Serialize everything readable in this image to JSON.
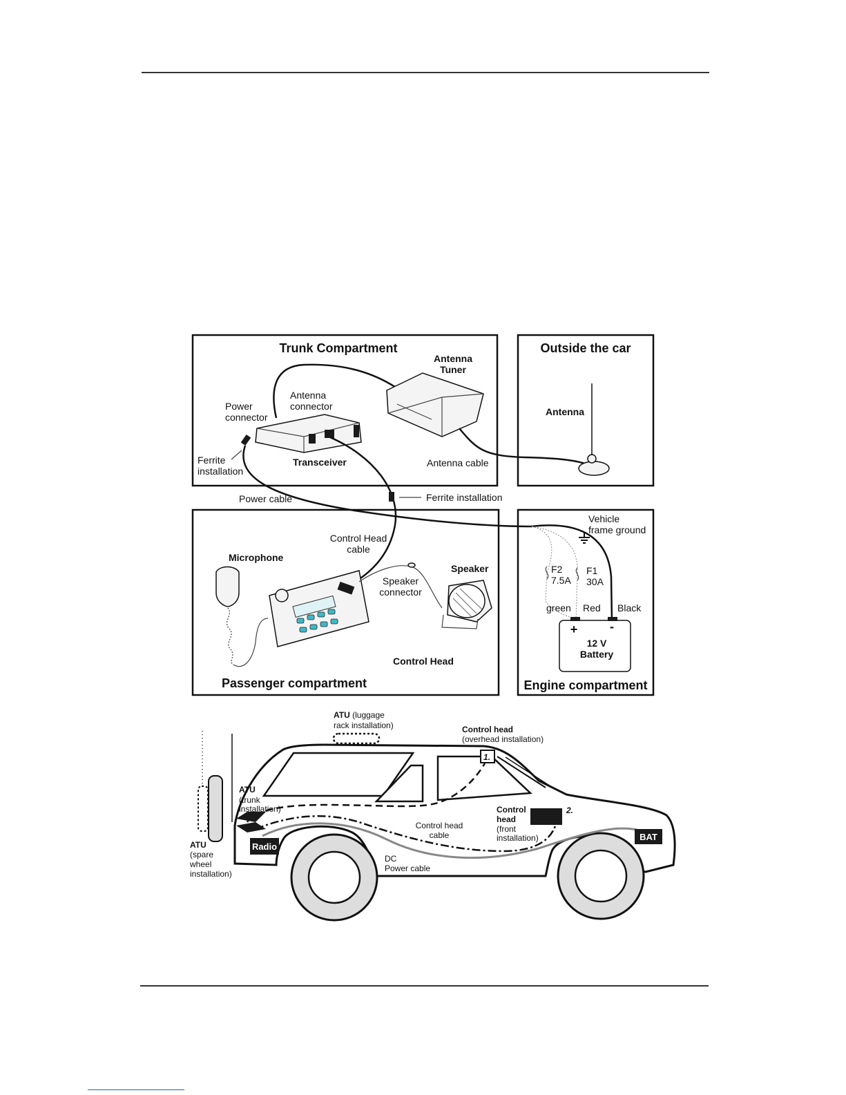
{
  "panels": {
    "trunk": "Trunk Compartment",
    "outside": "Outside the car",
    "passenger": "Passenger compartment",
    "engine": "Engine compartment"
  },
  "trunk_labels": {
    "antenna_tuner": "Antenna\nTuner",
    "antenna_connector": "Antenna\nconnector",
    "power_connector": "Power\nconnector",
    "ferrite_installation": "Ferrite\ninstallation",
    "transceiver": "Transceiver",
    "antenna_cable": "Antenna cable"
  },
  "outside_labels": {
    "antenna": "Antenna"
  },
  "between_labels": {
    "power_cable": "Power cable",
    "ferrite_installation": "Ferrite installation"
  },
  "passenger_labels": {
    "control_head_cable": "Control Head\ncable",
    "microphone": "Microphone",
    "speaker": "Speaker",
    "speaker_connector": "Speaker\nconnector",
    "control_head": "Control Head"
  },
  "engine_labels": {
    "vehicle_frame_ground": "Vehicle\nframe ground",
    "f2": "F2\n7.5A",
    "f1": "F1\n30A",
    "green": "green",
    "red": "Red",
    "black": "Black",
    "plus": "+",
    "minus": "-",
    "battery": "12 V\nBattery"
  },
  "car_labels": {
    "atu_luggage_bold": "ATU",
    "atu_luggage_rest": " (luggage",
    "atu_luggage_line2": "rack installation)",
    "control_head_overhead_bold": "Control head",
    "control_head_overhead_line2": "(overhead installation)",
    "marker_1": "1.",
    "atu_trunk_bold": "ATU",
    "atu_trunk_rest": "(trunk\ninstallation)",
    "control_head_front_bold": "Control\nhead",
    "control_head_front_rest": "(front\ninstallation)",
    "marker_2": "2.",
    "control_head_cable": "Control head\ncable",
    "atu_spare_bold": "ATU",
    "atu_spare_rest": "(spare\nwheel\ninstallation)",
    "radio": "Radio",
    "bat": "BAT",
    "dc_power_cable": "DC\nPower cable"
  },
  "colors": {
    "ink": "#111111",
    "cable_grey": "#888888",
    "keypad": "#3fb7c8"
  }
}
